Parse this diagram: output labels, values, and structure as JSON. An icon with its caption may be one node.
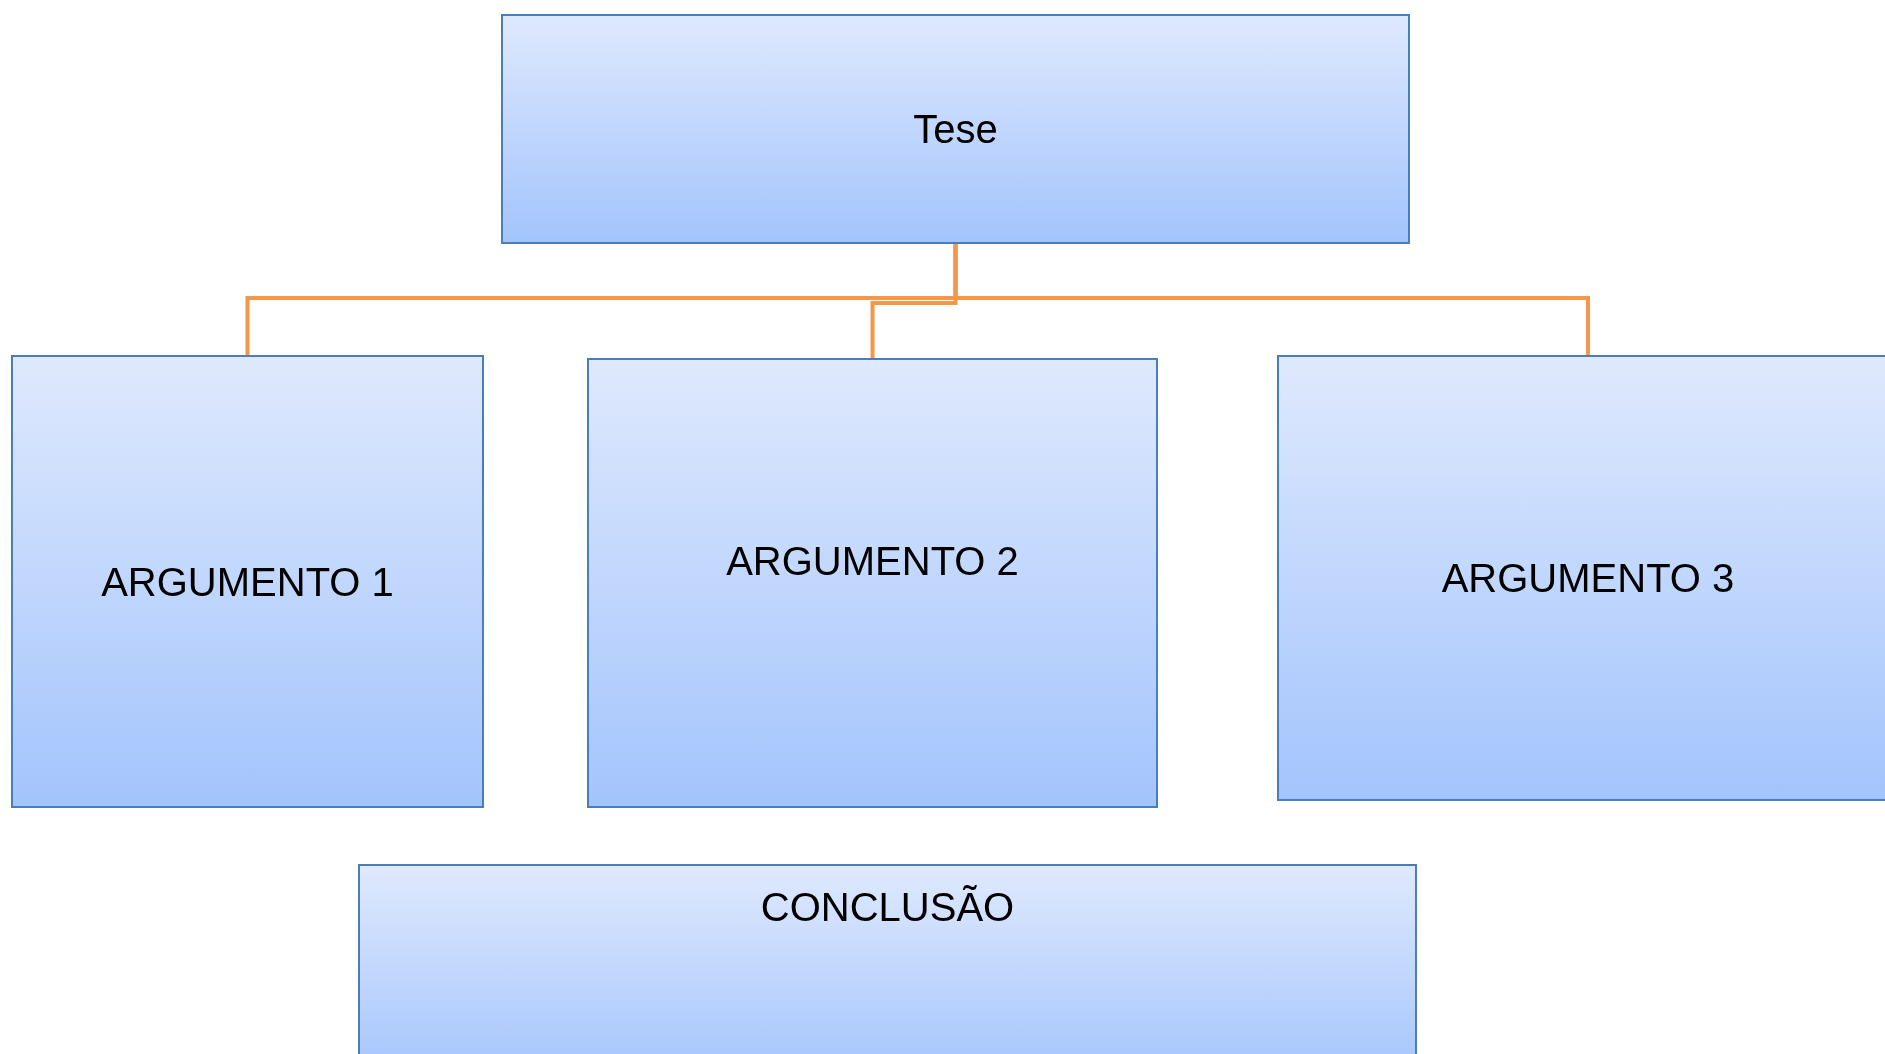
{
  "diagram": {
    "nodes": [
      {
        "text": [
          "Tese"
        ]
      },
      {
        "text": [
          "ARGUMENTO 1"
        ]
      },
      {
        "text": [
          "ARGUMENTO 2"
        ]
      },
      {
        "text": [
          "ARGUMENTO 3"
        ]
      },
      {
        "text": [
          "CONCLUSÃO"
        ]
      }
    ],
    "edges": [
      {
        "from": 0,
        "to": 1,
        "arrow": "none"
      },
      {
        "from": 0,
        "to": 2,
        "arrow": "none"
      },
      {
        "from": 0,
        "to": 3,
        "arrow": "none"
      }
    ]
  }
}
